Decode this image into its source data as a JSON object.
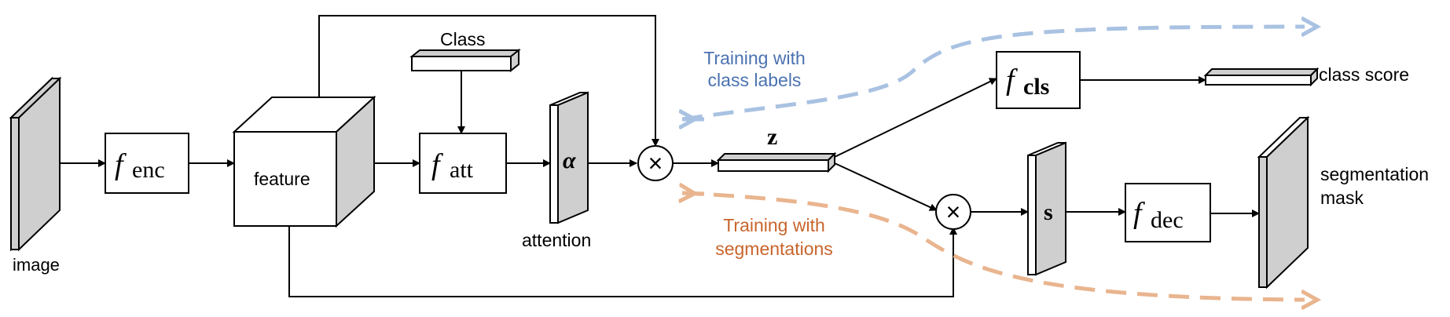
{
  "labels": {
    "image": "image",
    "feature": "feature",
    "class": "Class",
    "attention": "attention",
    "class_score": "class score",
    "segmentation_mask_line1": "segmentation",
    "segmentation_mask_line2": "mask"
  },
  "math": {
    "f": "f",
    "enc": "enc",
    "att": "att",
    "cls": "cls",
    "dec": "dec",
    "alpha": "α",
    "z": "z",
    "s": "s",
    "times": "×"
  },
  "training": {
    "class_labels_line1": "Training with",
    "class_labels_line2": "class labels",
    "segmentations_line1": "Training with",
    "segmentations_line2": "segmentations"
  },
  "colors": {
    "blue_text": "#4a72b0",
    "blue_arrow": "#a9c2e2",
    "orange_text": "#c8652b",
    "orange_arrow": "#e9b58f"
  }
}
